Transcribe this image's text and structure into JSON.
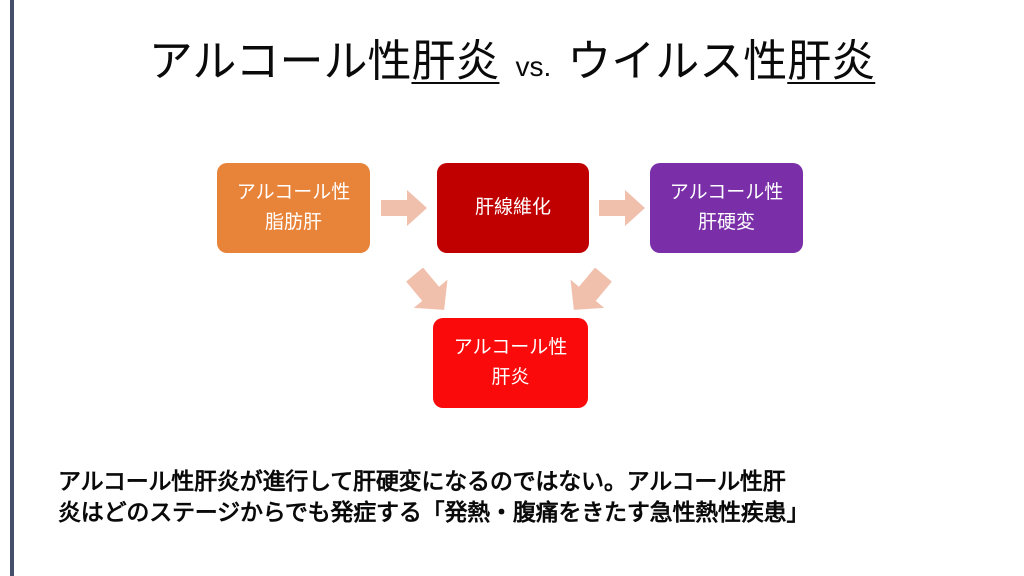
{
  "slide": {
    "background_color": "#ffffff",
    "accent_bar_color": "#44506a"
  },
  "title": {
    "left_text": "アルコール性",
    "left_underlined": "肝炎",
    "vs": "vs.",
    "right_text": "ウイルス性",
    "right_underlined": "肝炎",
    "full_text": "アルコール性肝炎 vs. ウイルス性肝炎"
  },
  "diagram": {
    "nodes": [
      {
        "id": "alcoholic-fatty-liver",
        "line1": "アルコール性",
        "line2": "脂肪肝",
        "color": "#e8833a"
      },
      {
        "id": "liver-fibrosis",
        "line1": "肝線維化",
        "line2": "",
        "color": "#c00000"
      },
      {
        "id": "alcoholic-cirrhosis",
        "line1": "アルコール性",
        "line2": "肝硬変",
        "color": "#7a2fa8"
      },
      {
        "id": "alcoholic-hepatitis",
        "line1": "アルコール性",
        "line2": "肝炎",
        "color": "#fa0a0a"
      }
    ],
    "arrows": [
      {
        "id": "fatty-to-fibrosis",
        "direction": "right",
        "color": "#f0c0ac"
      },
      {
        "id": "fibrosis-to-cirrhosis",
        "direction": "right",
        "color": "#f0c0ac"
      },
      {
        "id": "left-to-hepatitis",
        "direction": "down-right",
        "color": "#f0c0ac"
      },
      {
        "id": "right-to-hepatitis",
        "direction": "down-left",
        "color": "#f0c0ac"
      }
    ]
  },
  "caption": {
    "line1": "アルコール性肝炎が進行して肝硬変になるのではない。アルコール性肝",
    "line2": "炎はどのステージからでも発症する「発熱・腹痛をきたす急性熱性疾患」"
  }
}
